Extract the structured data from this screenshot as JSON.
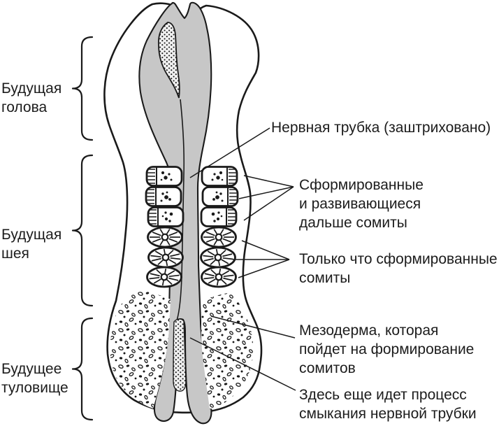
{
  "labels": {
    "left": [
      {
        "name": "future-head",
        "lines": [
          "Будущая",
          "голова"
        ]
      },
      {
        "name": "future-neck",
        "lines": [
          "Будущая",
          "шея"
        ]
      },
      {
        "name": "future-trunk",
        "lines": [
          "Будущее",
          "туловище"
        ]
      }
    ],
    "right": [
      {
        "name": "neural-tube",
        "lines": [
          "Нервная трубка (заштриховано)"
        ]
      },
      {
        "name": "formed-somites",
        "lines": [
          "Сформированные",
          "и развивающиеся",
          "дальше сомиты"
        ]
      },
      {
        "name": "new-somites",
        "lines": [
          "Только что сформированные",
          "сомиты"
        ]
      },
      {
        "name": "mesoderm",
        "lines": [
          "Мезодерма, которая",
          "пойдет на формирование",
          "сомитов"
        ]
      },
      {
        "name": "tube-closing",
        "lines": [
          "Здесь еще идет процесс",
          "смыкания нервной трубки"
        ]
      }
    ]
  },
  "colors": {
    "line": "#1a1a1a",
    "neural_tube_fill": "#c7c7c7",
    "background": "#ffffff"
  }
}
